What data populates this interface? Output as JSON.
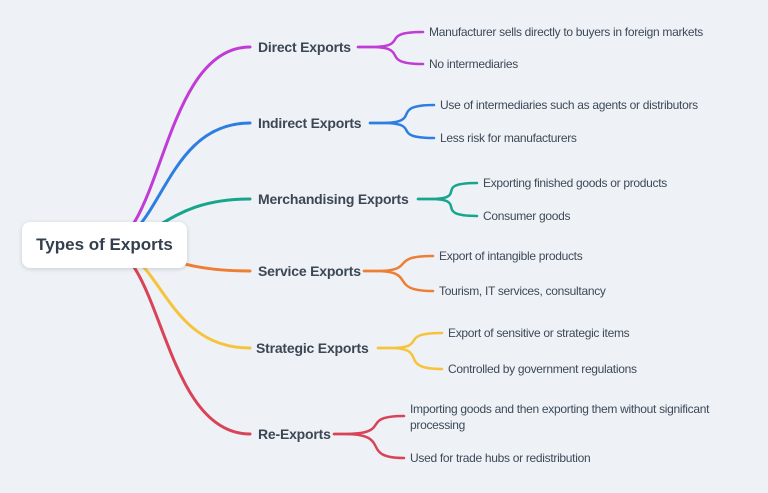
{
  "root": {
    "label": "Types of Exports"
  },
  "branches": [
    {
      "label": "Direct Exports",
      "color": "#c13bd6",
      "leaves": [
        "Manufacturer sells directly to buyers in foreign markets",
        "No intermediaries"
      ]
    },
    {
      "label": "Indirect Exports",
      "color": "#2d7ee0",
      "leaves": [
        "Use of intermediaries such as agents or distributors",
        "Less risk for manufacturers"
      ]
    },
    {
      "label": "Merchandising Exports",
      "color": "#17a58e",
      "leaves": [
        "Exporting finished goods or products",
        "Consumer goods"
      ]
    },
    {
      "label": "Service Exports",
      "color": "#ee7e33",
      "leaves": [
        "Export of intangible products",
        "Tourism, IT services, consultancy"
      ]
    },
    {
      "label": "Strategic Exports",
      "color": "#f6c33c",
      "leaves": [
        "Export of sensitive or strategic items",
        "Controlled by government regulations"
      ]
    },
    {
      "label": "Re-Exports",
      "color": "#d84358",
      "leaves": [
        "Importing goods and then exporting them without significant processing",
        "Used for trade hubs or redistribution"
      ]
    }
  ],
  "background_color": "#eef1f5"
}
